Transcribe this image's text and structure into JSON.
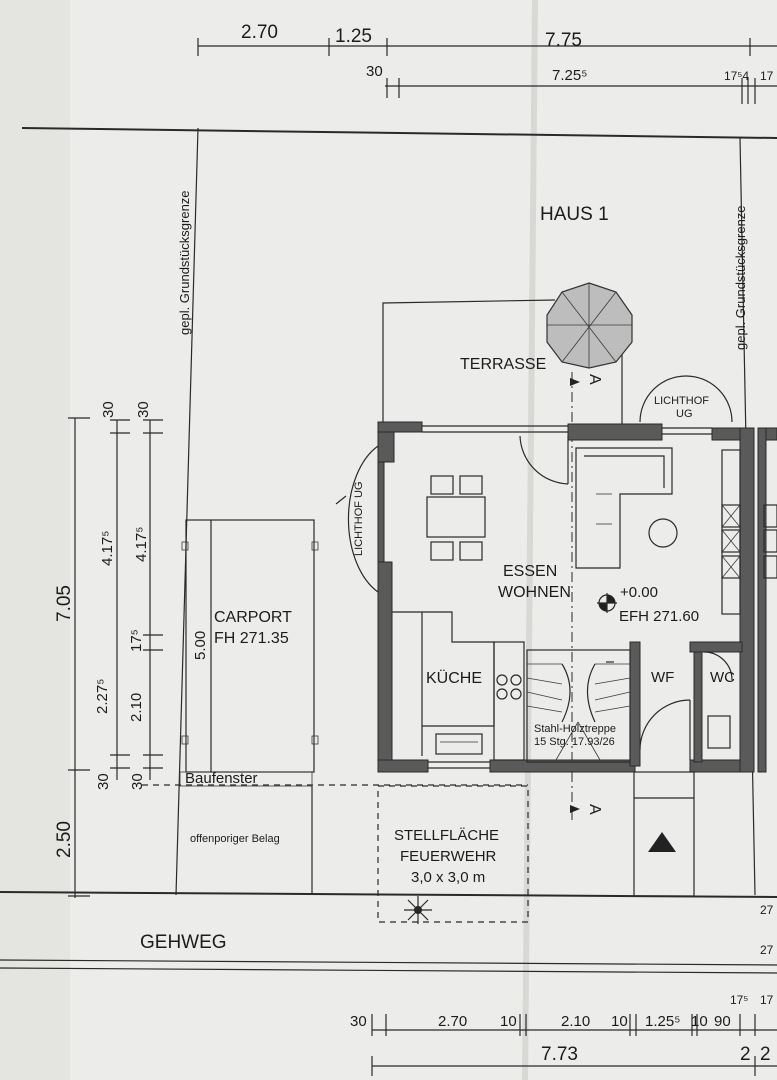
{
  "top_dims": {
    "d1": "2.70",
    "d2": "1.25",
    "d3": "7.75",
    "d4": "30",
    "d5": "7.25⁵",
    "d6": "17⁵4",
    "d7": "17"
  },
  "boundary": {
    "left": "gepl. Grundstücksgrenze",
    "right": "gepl. Grundstücksgrenze"
  },
  "rooms": {
    "haus": "HAUS 1",
    "terrasse": "TERRASSE",
    "lichthof_top_1": "LICHTHOF",
    "lichthof_top_2": "UG",
    "lichthof_side": "LICHTHOF UG",
    "essen": "ESSEN",
    "wohnen": "WOHNEN",
    "level": "+0.00",
    "efh": "EFH 271.60",
    "kueche": "KÜCHE",
    "wf": "WF",
    "wc": "WC",
    "stair_1": "Stahl-Holztreppe",
    "stair_2": "15 Stg. 17.93/26",
    "carport_1": "CARPORT",
    "carport_2": "FH 271.35",
    "carport_dim": "5.00",
    "baufenster": "Baufenster",
    "belag": "offenporiger Belag",
    "stell_1": "STELLFLÄCHE",
    "stell_2": "FEUERWEHR",
    "stell_3": "3,0 x 3,0 m",
    "gehweg": "GEHWEG",
    "section_a": "A"
  },
  "left_dims": {
    "total": "7.05",
    "bottom": "2.50",
    "c1_top": "30",
    "c1_mid": "4.17⁵",
    "c1_low": "2.27⁵",
    "c1_bot": "30",
    "c2_top": "30",
    "c2_mid": "4.17⁵",
    "c2_a": "17⁵",
    "c2_low": "2.10",
    "c2_bot": "30"
  },
  "bottom_dims": {
    "a": "30",
    "b": "2.70",
    "c": "10",
    "d": "2.10",
    "e": "10",
    "f": "1.25⁵",
    "g": "10",
    "h": "90",
    "i": "17⁵",
    "j": "17",
    "k": "7.73",
    "l": "2",
    "m": "2"
  },
  "right_edge": {
    "r1": "27",
    "r2": "27"
  }
}
